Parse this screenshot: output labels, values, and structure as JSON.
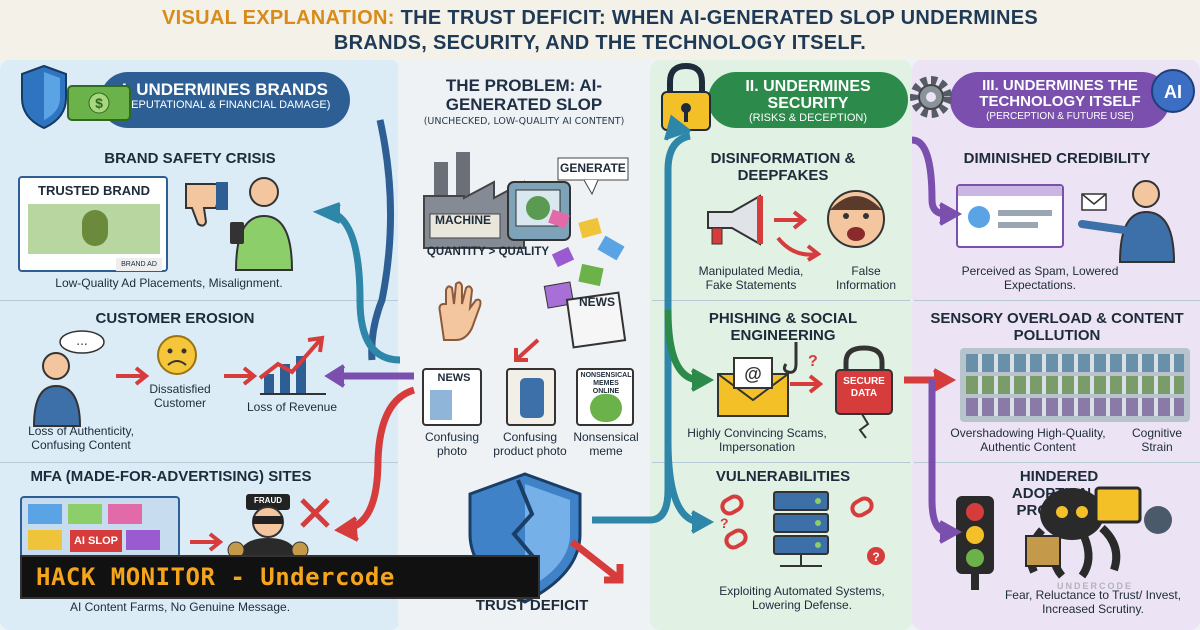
{
  "header": {
    "line1_highlight": "VISUAL EXPLANATION:",
    "line1_rest": " THE TRUST DEFICIT: WHEN AI-GENERATED SLOP UNDERMINES",
    "line2": "BRANDS, SECURITY, AND THE TECHNOLOGY ITSELF."
  },
  "brands": {
    "title": "I. UNDERMINES BRANDS",
    "subtitle": "(REPUTATIONAL & FINANCIAL DAMAGE)",
    "brand_safety": {
      "heading": "BRAND SAFETY CRISIS",
      "sign": "TRUSTED BRAND",
      "ad_label": "BRAND AD",
      "caption": "Low-Quality Ad Placements, Misalignment."
    },
    "customer_erosion": {
      "heading": "CUSTOMER EROSION",
      "loss_authenticity": "Loss of Authenticity, Confusing Content",
      "dissatisfied": "Dissatisfied Customer",
      "loss_revenue": "Loss of Revenue"
    },
    "mfa": {
      "heading": "MFA (MADE-FOR-ADVERTISING) SITES",
      "slop_tag": "AI SLOP",
      "fraud_tag": "FRAUD",
      "caption": "AI Content Farms, No Genuine Message."
    }
  },
  "problem": {
    "title": "THE PROBLEM: AI-GENERATED SLOP",
    "subtitle": "(UNCHECKED, LOW-QUALITY AI CONTENT)",
    "machine": "MACHINE",
    "generate": "GENERATE",
    "quantity": "QUANTITY > QUALITY",
    "news_a": "NEWS",
    "news_b": "NEWS",
    "nonsense_tag": "NONSENSICAL MEMES ONLINE",
    "photo1": "Confusing photo",
    "photo2": "Confusing product photo",
    "photo3": "Nonsensical meme",
    "bottom": "TRUST DEFICIT"
  },
  "security": {
    "title": "II. UNDERMINES SECURITY",
    "subtitle": "(RISKS & DECEPTION)",
    "disinfo": {
      "heading": "DISINFORMATION & DEEPFAKES",
      "left_caption": "Manipulated Media, Fake Statements",
      "right_caption": "False Information"
    },
    "phishing": {
      "heading": "PHISHING & SOCIAL ENGINEERING",
      "secure": "SECURE DATA",
      "caption": "Highly Convincing Scams, Impersonation"
    },
    "vuln": {
      "heading": "VULNERABILITIES",
      "caption": "Exploiting Automated Systems, Lowering Defense."
    }
  },
  "technology": {
    "title": "III. UNDERMINES THE TECHNOLOGY ITSELF",
    "subtitle": "(PERCEPTION & FUTURE USE)",
    "ai_badge": "AI",
    "credibility": {
      "heading": "DIMINISHED CREDIBILITY",
      "caption": "Perceived as Spam, Lowered Expectations."
    },
    "overload": {
      "heading": "SENSORY OVERLOAD & CONTENT POLLUTION",
      "caption_left": "Overshadowing High-Quality, Authentic Content",
      "caption_right": "Cognitive Strain"
    },
    "adoption": {
      "heading": "HINDERED ADOPTION & PROGRESS",
      "caption": "Fear, Reluctance to Trust/ Invest, Increased Scrutiny."
    }
  },
  "overlay": {
    "banner": "HACK MONITOR - Undercode",
    "watermark": "UNDERCODE"
  },
  "colors": {
    "brands": "#2d5f94",
    "security": "#2c8a4a",
    "technology": "#7b4fae",
    "alert": "#d63c3c",
    "banner_text": "#f5a51c"
  }
}
